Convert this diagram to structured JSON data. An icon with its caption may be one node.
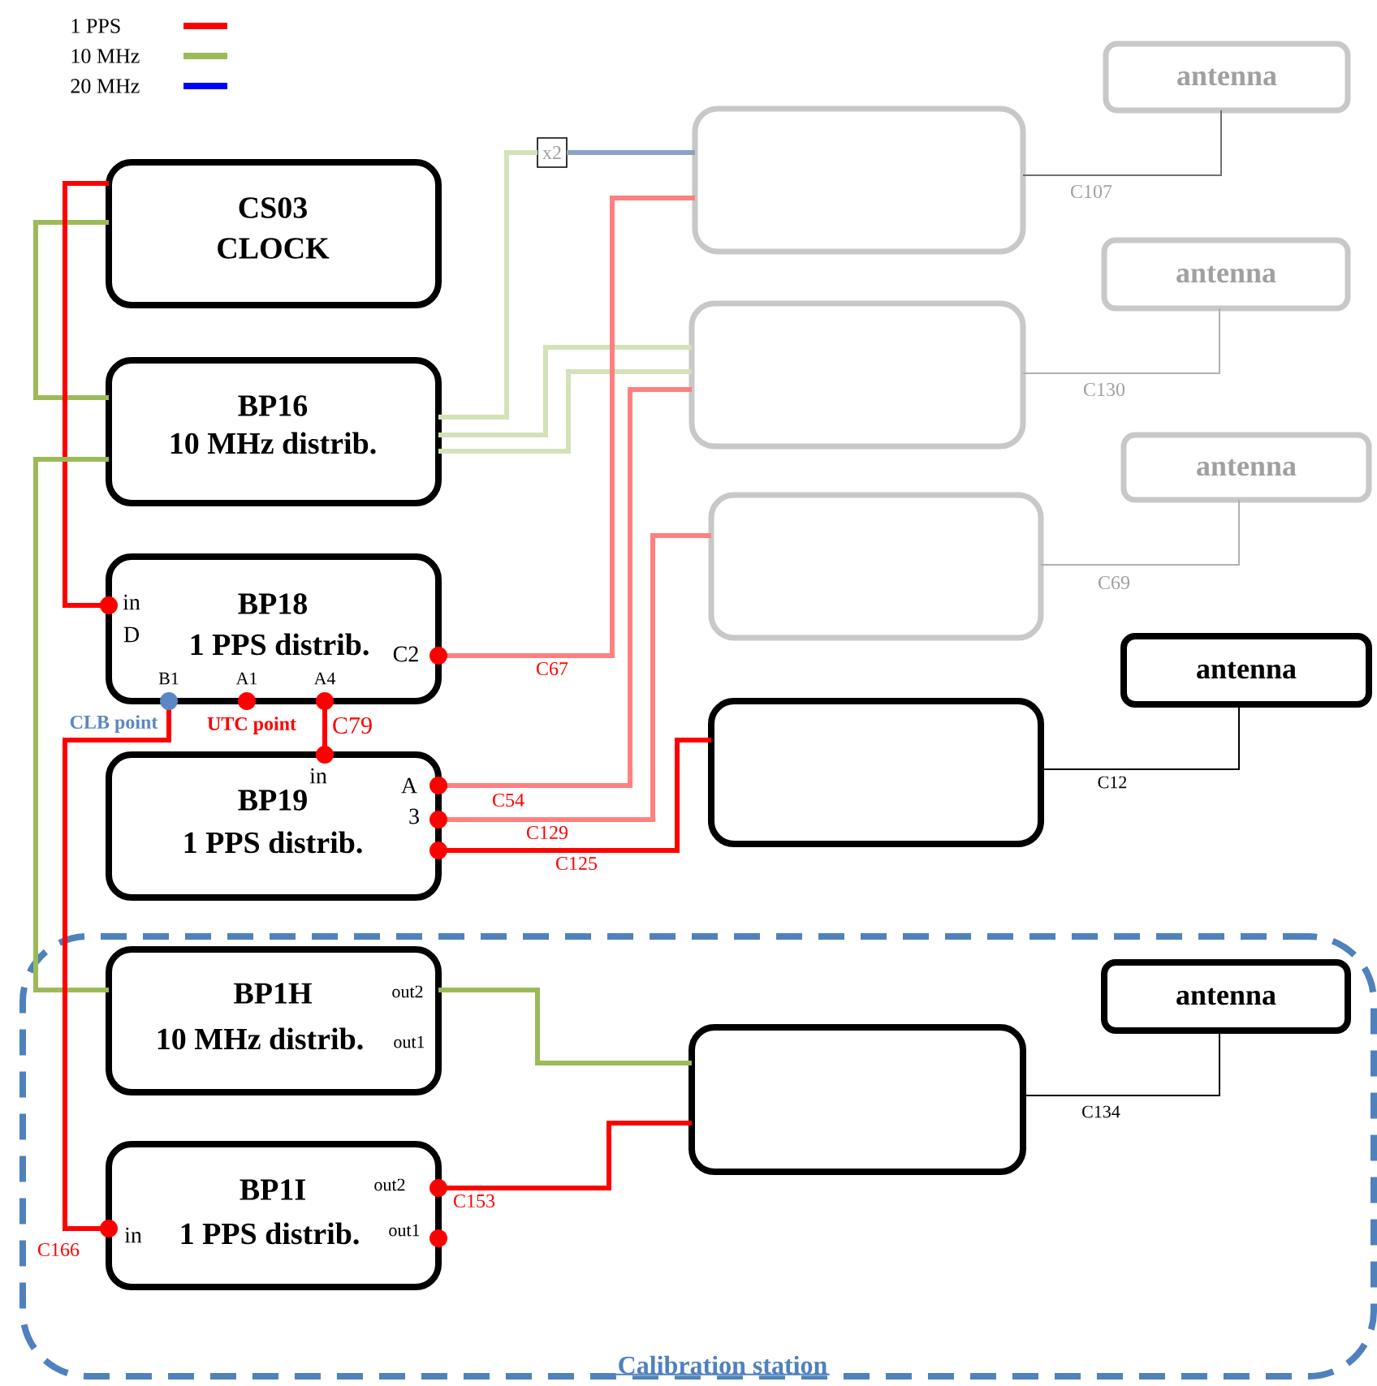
{
  "diagram": {
    "nodes": [
      {
        "text": [
          "CS03",
          "CLOCK"
        ]
      },
      {
        "text": [
          "BP16",
          "10 MHz distrib."
        ]
      },
      {
        "text": [
          "in",
          "BP18",
          "D",
          "1 PPS distrib.",
          "C2",
          "B1",
          "A1",
          "A4"
        ]
      },
      {
        "text": [
          "in",
          "A",
          "BP19",
          "3",
          "1 PPS distrib."
        ]
      },
      {
        "text": [
          "Calibration station"
        ]
      },
      {
        "text": [
          "BP1H",
          "out2",
          "10 MHz distrib.",
          "out1"
        ],
        "in": 4
      },
      {
        "text": [
          "BP1I",
          "out2",
          "in",
          "1 PPS distrib.",
          "out1"
        ],
        "in": 4
      },
      {
        "text": [
          "x2"
        ]
      },
      {
        "text": [],
        "shape": "box"
      },
      {
        "text": [
          "antenna"
        ]
      },
      {
        "text": [],
        "shape": "box"
      },
      {
        "text": [
          "antenna"
        ]
      },
      {
        "text": [],
        "shape": "box"
      },
      {
        "text": [
          "antenna"
        ]
      },
      {
        "text": [],
        "shape": "box"
      },
      {
        "text": [
          "antenna"
        ]
      },
      {
        "text": [],
        "shape": "box",
        "in": 4
      },
      {
        "text": [
          "antenna"
        ],
        "in": 4
      }
    ],
    "edges": [
      {
        "from": 0,
        "to": 1,
        "arrow": "none",
        "color": "#9bbb59"
      },
      {
        "from": 0,
        "to": 2,
        "arrow": "other",
        "color": "#ff0000"
      },
      {
        "from": 1,
        "to": 5,
        "arrow": "none",
        "color": "#9bbb59"
      },
      {
        "from": 1,
        "to": 7,
        "arrow": "none",
        "color": "#d3e2b8"
      },
      {
        "from": 1,
        "to": 10,
        "arrow": "none",
        "color": "#d3e2b8"
      },
      {
        "from": 1,
        "to": 10,
        "arrow": "none",
        "color": "#d3e2b8"
      },
      {
        "from": 7,
        "to": 8,
        "arrow": "none",
        "color": "#8ca3c4"
      },
      {
        "from": 2,
        "to": 8,
        "label": "C67",
        "arrow": "other",
        "color": "#ff8080"
      },
      {
        "from": 2,
        "to": 3,
        "label": "C79",
        "arrow": "other",
        "color": "#ff0000"
      },
      {
        "from": 2,
        "to": 6,
        "label": "C166",
        "arrow": "other",
        "color": "#ff0000"
      },
      {
        "from": 3,
        "to": 10,
        "label": "C54",
        "arrow": "other",
        "color": "#ff8080"
      },
      {
        "from": 3,
        "to": 12,
        "label": "C129",
        "arrow": "other",
        "color": "#ff8080"
      },
      {
        "from": 3,
        "to": 14,
        "label": "C125",
        "arrow": "other",
        "color": "#ff0000"
      },
      {
        "from": 5,
        "to": 16,
        "arrow": "none",
        "color": "#9bbb59"
      },
      {
        "from": 6,
        "to": 16,
        "label": "C153",
        "arrow": "other",
        "color": "#ff0000"
      },
      {
        "from": 8,
        "to": 9,
        "label": "C107",
        "arrow": "none",
        "color": "#707070"
      },
      {
        "from": 10,
        "to": 11,
        "label": "C130",
        "arrow": "none",
        "color": "#b0b0b0"
      },
      {
        "from": 12,
        "to": 13,
        "label": "C69",
        "arrow": "none",
        "color": "#b0b0b0"
      },
      {
        "from": 14,
        "to": 15,
        "label": "C12",
        "arrow": "none",
        "color": "#000000"
      },
      {
        "from": 16,
        "to": 17,
        "label": "C134",
        "arrow": "none",
        "color": "#000000"
      }
    ],
    "labels": [
      "CLB point",
      "UTC point"
    ],
    "legend": [
      {
        "text": "1 PPS",
        "color": "#ff0000"
      },
      {
        "text": "10 MHz",
        "color": "#9bbb59"
      },
      {
        "text": "20 MHz",
        "color": "#0000ff"
      }
    ]
  }
}
